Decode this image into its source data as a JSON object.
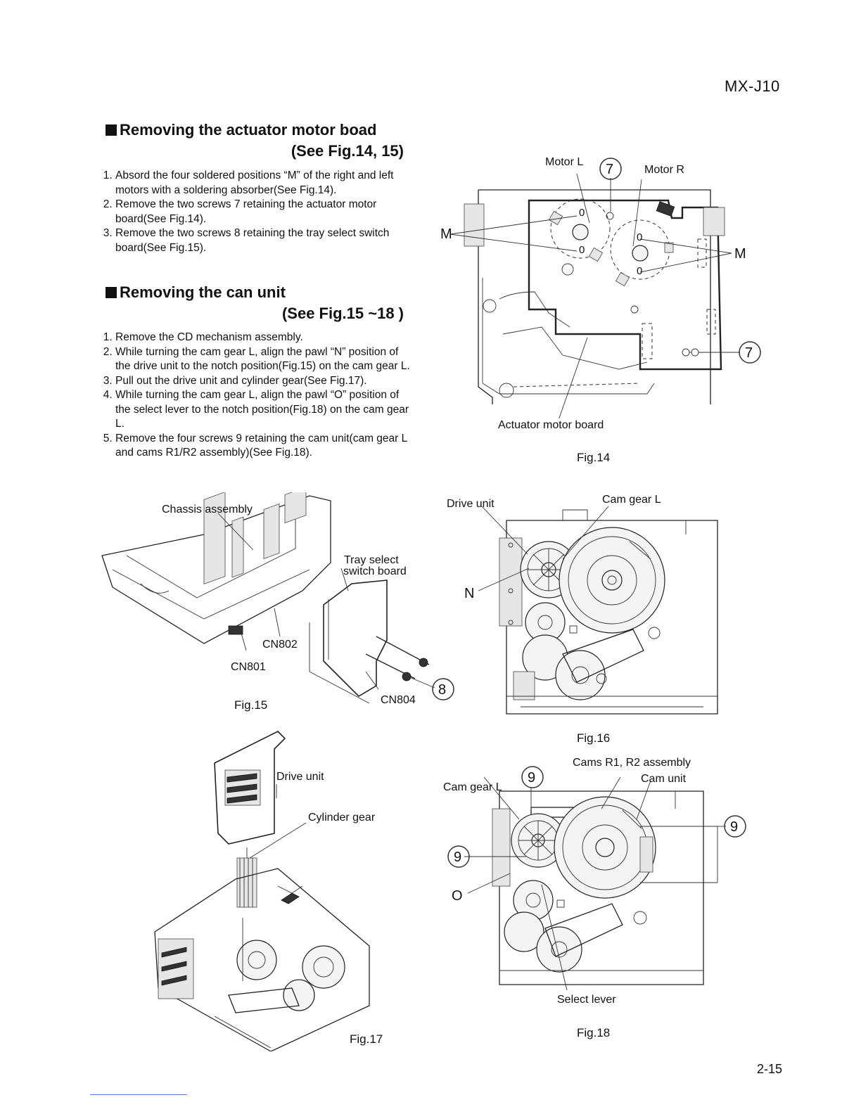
{
  "header": {
    "model": "MX-J10"
  },
  "section1": {
    "title": "Removing the actuator motor boad",
    "ref": "(See Fig.14, 15)",
    "steps": [
      "Absord the four soldered positions “M” of the right and left motors with a soldering absorber(See Fig.14).",
      "Remove the two screws 7 retaining the actuator motor board(See Fig.14).",
      "Remove the two screws 8 retaining the tray select switch board(See Fig.15)."
    ]
  },
  "section2": {
    "title": "Removing the can unit",
    "ref": "(See Fig.15 ~18 )",
    "steps": [
      "Remove the CD mechanism assembly.",
      "While turning the cam gear L, align the pawl “N” position of the drive unit to the notch position(Fig.15) on the cam gear L.",
      "Pull out the drive unit and cylinder gear(See Fig.17).",
      "While turning the cam gear L, align the pawl “O” position of the select lever to the notch position(Fig.18) on the cam gear L.",
      "Remove the four screws 9 retaining the cam unit(cam gear L and cams R1/R2 assembly)(See Fig.18)."
    ]
  },
  "fig14": {
    "caption": "Fig.14",
    "labels": {
      "motor_l": "Motor L",
      "motor_r": "Motor R",
      "screw": "7",
      "m": "M",
      "board": "Actuator motor board"
    }
  },
  "fig15": {
    "caption": "Fig.15",
    "labels": {
      "chassis": "Chassis assembly",
      "tray_select": "Tray select",
      "switch_board": "switch board",
      "cn801": "CN801",
      "cn802": "CN802",
      "cn804": "CN804",
      "screw": "8"
    }
  },
  "fig16": {
    "caption": "Fig.16",
    "labels": {
      "drive_unit": "Drive unit",
      "cam_gear_l": "Cam gear L",
      "n": "N"
    }
  },
  "fig17": {
    "caption": "Fig.17",
    "labels": {
      "drive_unit": "Drive unit",
      "cylinder_gear": "Cylinder gear"
    }
  },
  "fig18": {
    "caption": "Fig.18",
    "labels": {
      "cams": "Cams R1, R2 assembly",
      "cam_unit": "Cam unit",
      "cam_gear_l": "Cam gear L",
      "screw": "9",
      "o": "O",
      "select_lever": "Select lever"
    }
  },
  "footer": {
    "page": "2-15"
  }
}
